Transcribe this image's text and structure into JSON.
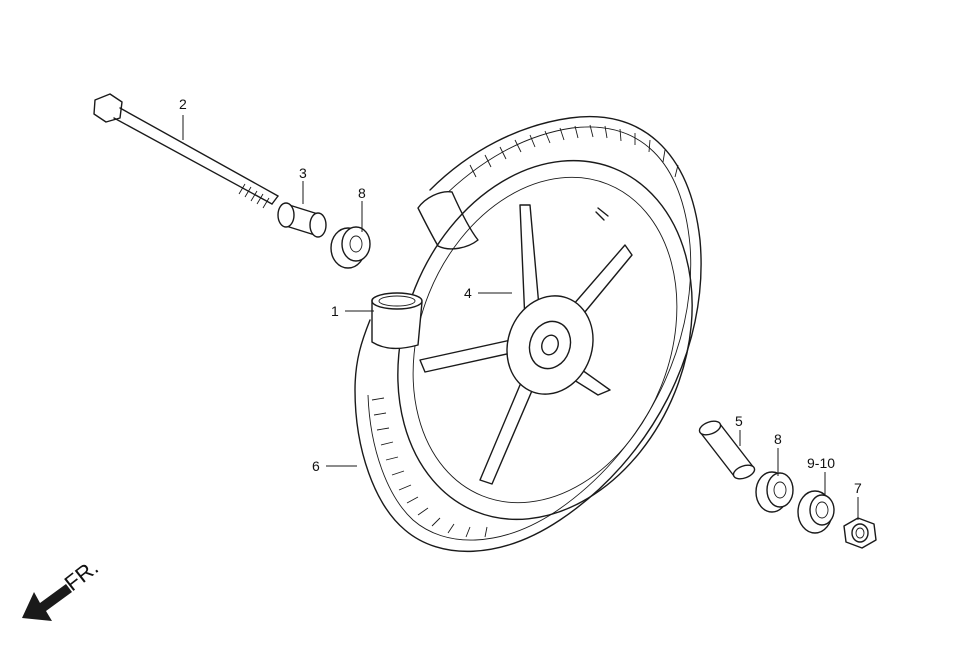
{
  "callouts": {
    "c1": "1",
    "c2": "2",
    "c3": "3",
    "c4": "4",
    "c5": "5",
    "c6": "6",
    "c7": "7",
    "c8a": "8",
    "c8b": "8",
    "c910": "9-10"
  },
  "direction": {
    "label": "FR."
  }
}
